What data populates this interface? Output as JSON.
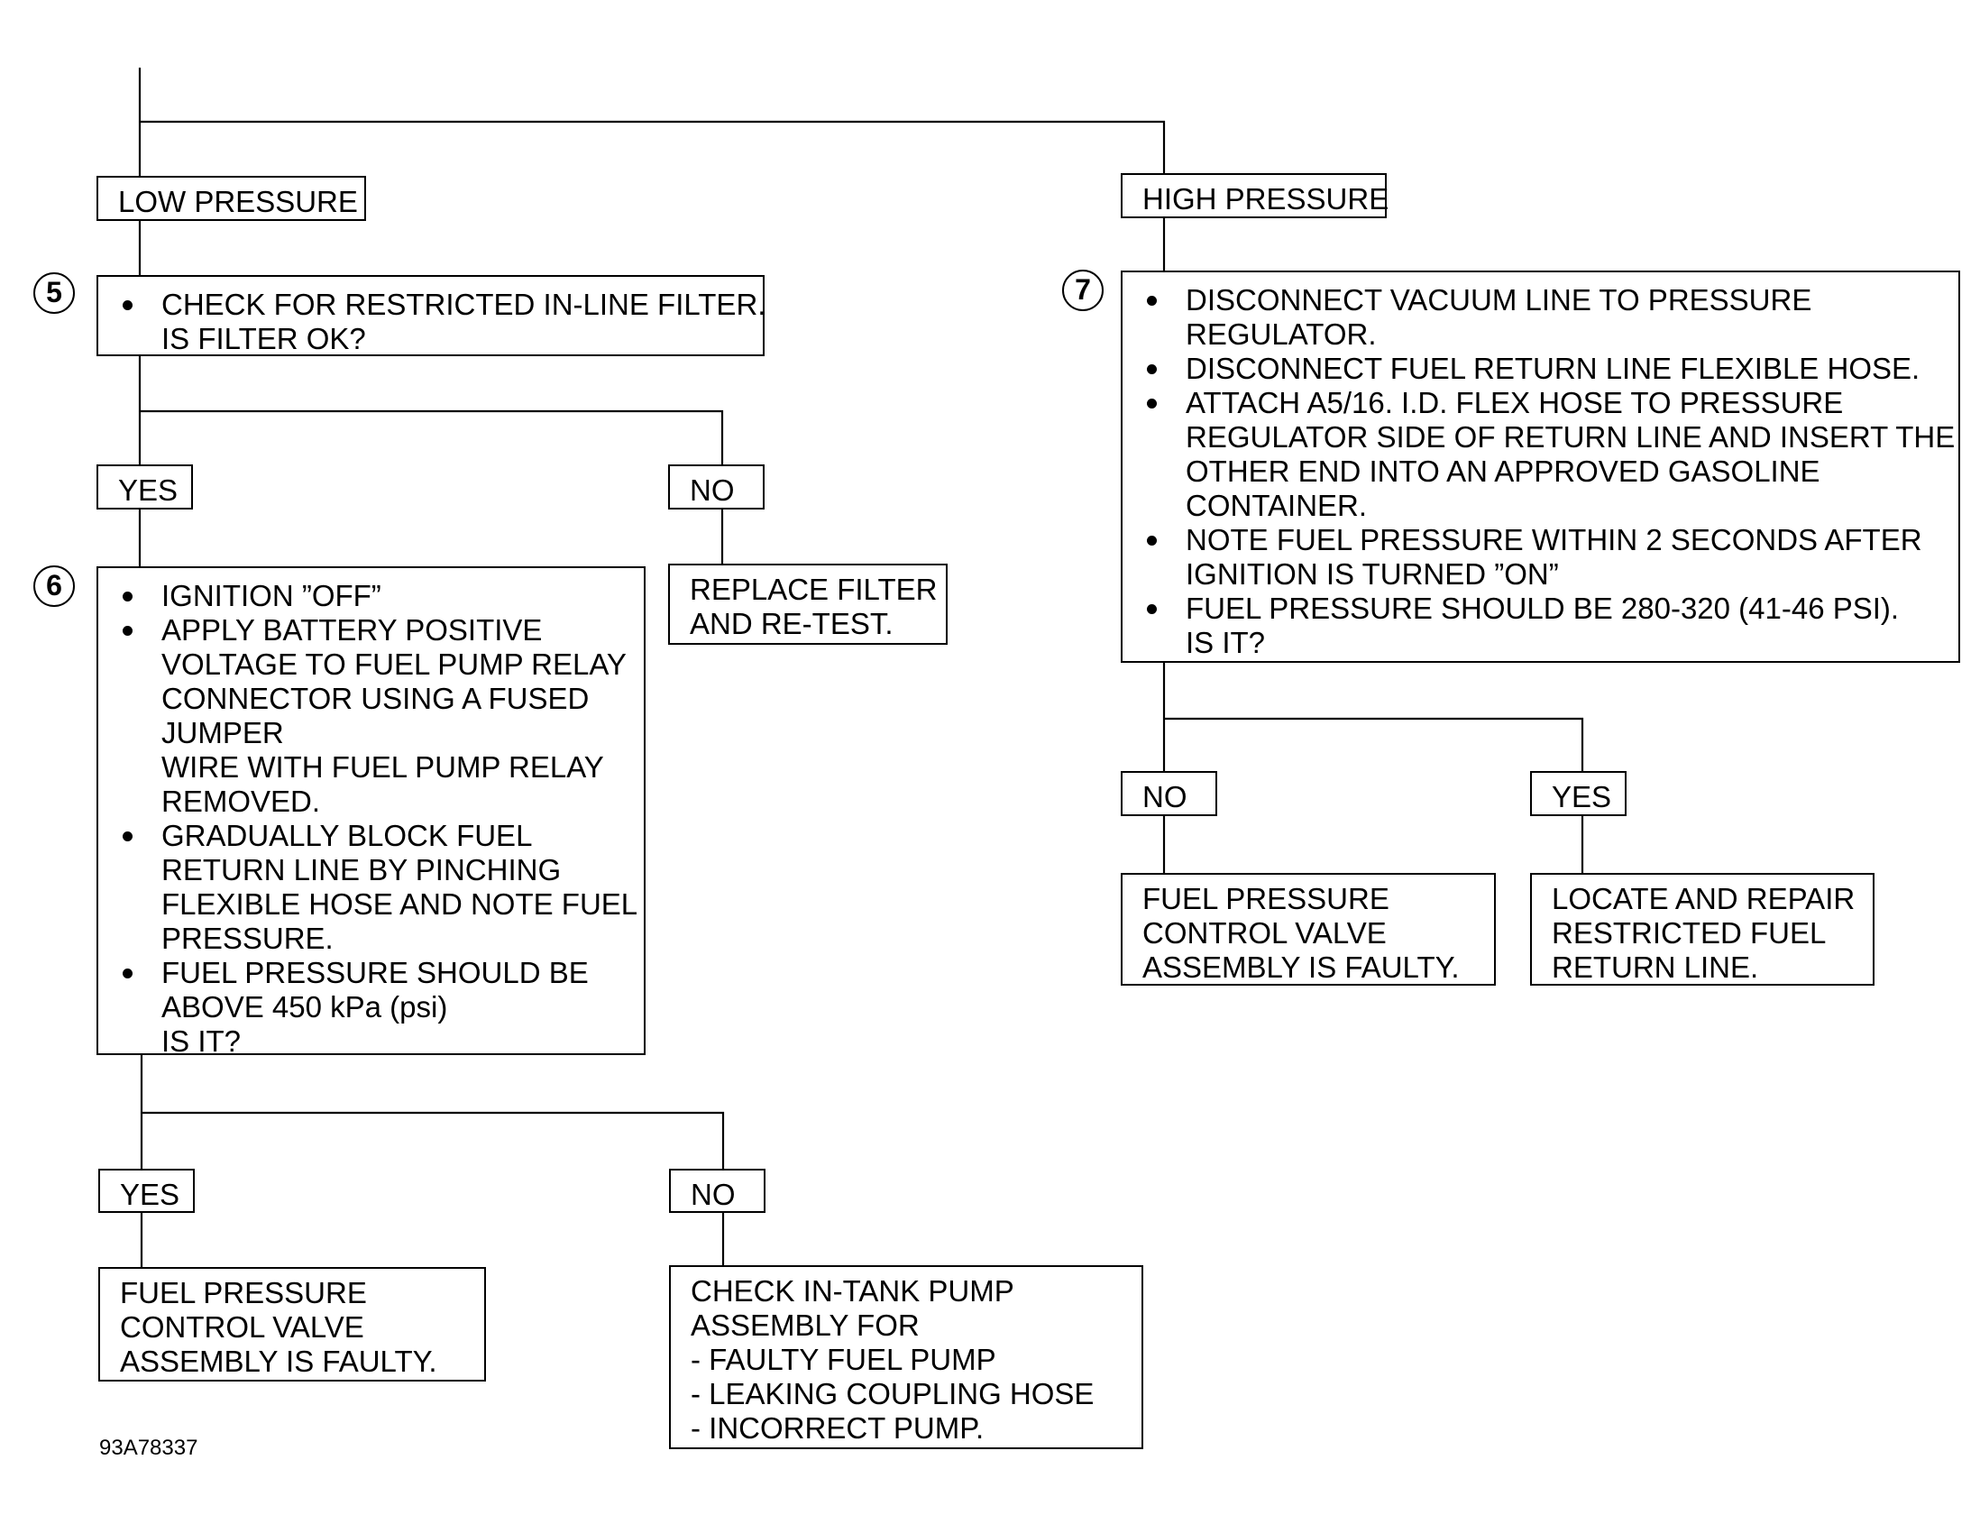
{
  "diagram": {
    "low_label": "LOW PRESSURE",
    "high_label": "HIGH PRESSURE",
    "step5": {
      "number": "5",
      "bullet_lines": [
        "CHECK FOR RESTRICTED IN-LINE FILTER.",
        "IS FILTER OK?"
      ]
    },
    "step5_yes": "YES",
    "step5_no": "NO",
    "step5_no_result": [
      "REPLACE FILTER",
      "AND RE-TEST."
    ],
    "step6": {
      "number": "6",
      "bullets": [
        [
          "IGNITION ”OFF”"
        ],
        [
          "APPLY BATTERY POSITIVE",
          "VOLTAGE TO FUEL PUMP RELAY",
          "CONNECTOR USING A FUSED",
          "JUMPER",
          "WIRE WITH FUEL PUMP RELAY",
          "REMOVED."
        ],
        [
          "GRADUALLY BLOCK FUEL",
          "RETURN LINE BY PINCHING",
          "FLEXIBLE HOSE AND NOTE FUEL",
          "PRESSURE."
        ],
        [
          "FUEL PRESSURE SHOULD BE",
          "ABOVE 450 kPa (psi)",
          "IS IT?"
        ]
      ]
    },
    "step6_yes": "YES",
    "step6_no": "NO",
    "step6_yes_result": [
      "FUEL PRESSURE",
      "CONTROL VALVE",
      "ASSEMBLY IS FAULTY."
    ],
    "step6_no_result": [
      "CHECK IN-TANK PUMP",
      "ASSEMBLY FOR",
      "- FAULTY FUEL PUMP",
      "- LEAKING COUPLING HOSE",
      "- INCORRECT PUMP."
    ],
    "step7": {
      "number": "7",
      "bullets": [
        [
          "DISCONNECT VACUUM LINE TO PRESSURE",
          "REGULATOR."
        ],
        [
          "DISCONNECT FUEL RETURN LINE FLEXIBLE HOSE."
        ],
        [
          "ATTACH A5/16. I.D. FLEX HOSE TO PRESSURE",
          "REGULATOR SIDE OF RETURN LINE AND INSERT THE",
          "OTHER END INTO AN APPROVED GASOLINE",
          "CONTAINER."
        ],
        [
          "NOTE FUEL PRESSURE WITHIN 2 SECONDS AFTER",
          "IGNITION IS TURNED ”ON”"
        ],
        [
          "FUEL PRESSURE SHOULD BE 280-320 (41-46 PSI).",
          "IS IT?"
        ]
      ]
    },
    "step7_no": "NO",
    "step7_yes": "YES",
    "step7_no_result": [
      "FUEL PRESSURE",
      "CONTROL VALVE",
      "ASSEMBLY IS FAULTY."
    ],
    "step7_yes_result": [
      "LOCATE AND REPAIR",
      "RESTRICTED FUEL",
      "RETURN LINE."
    ],
    "figure_ref": "93A78337"
  }
}
